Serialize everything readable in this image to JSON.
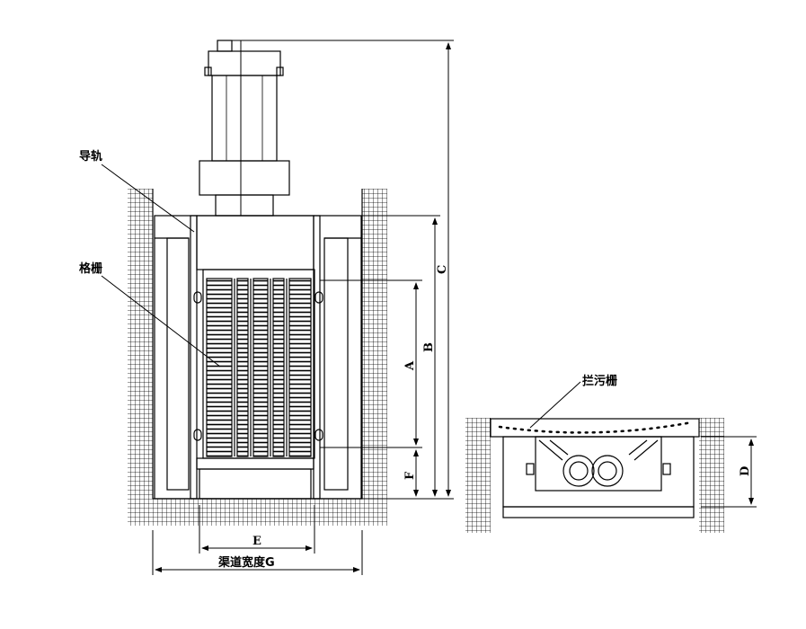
{
  "labels": {
    "guide_rail": "导轨",
    "grid": "格栅",
    "trash_rack": "拦污栅",
    "channel_width": "渠道宽度G"
  },
  "dimensions": {
    "A": "A",
    "B": "B",
    "C": "C",
    "D": "D",
    "E": "E",
    "F": "F"
  }
}
